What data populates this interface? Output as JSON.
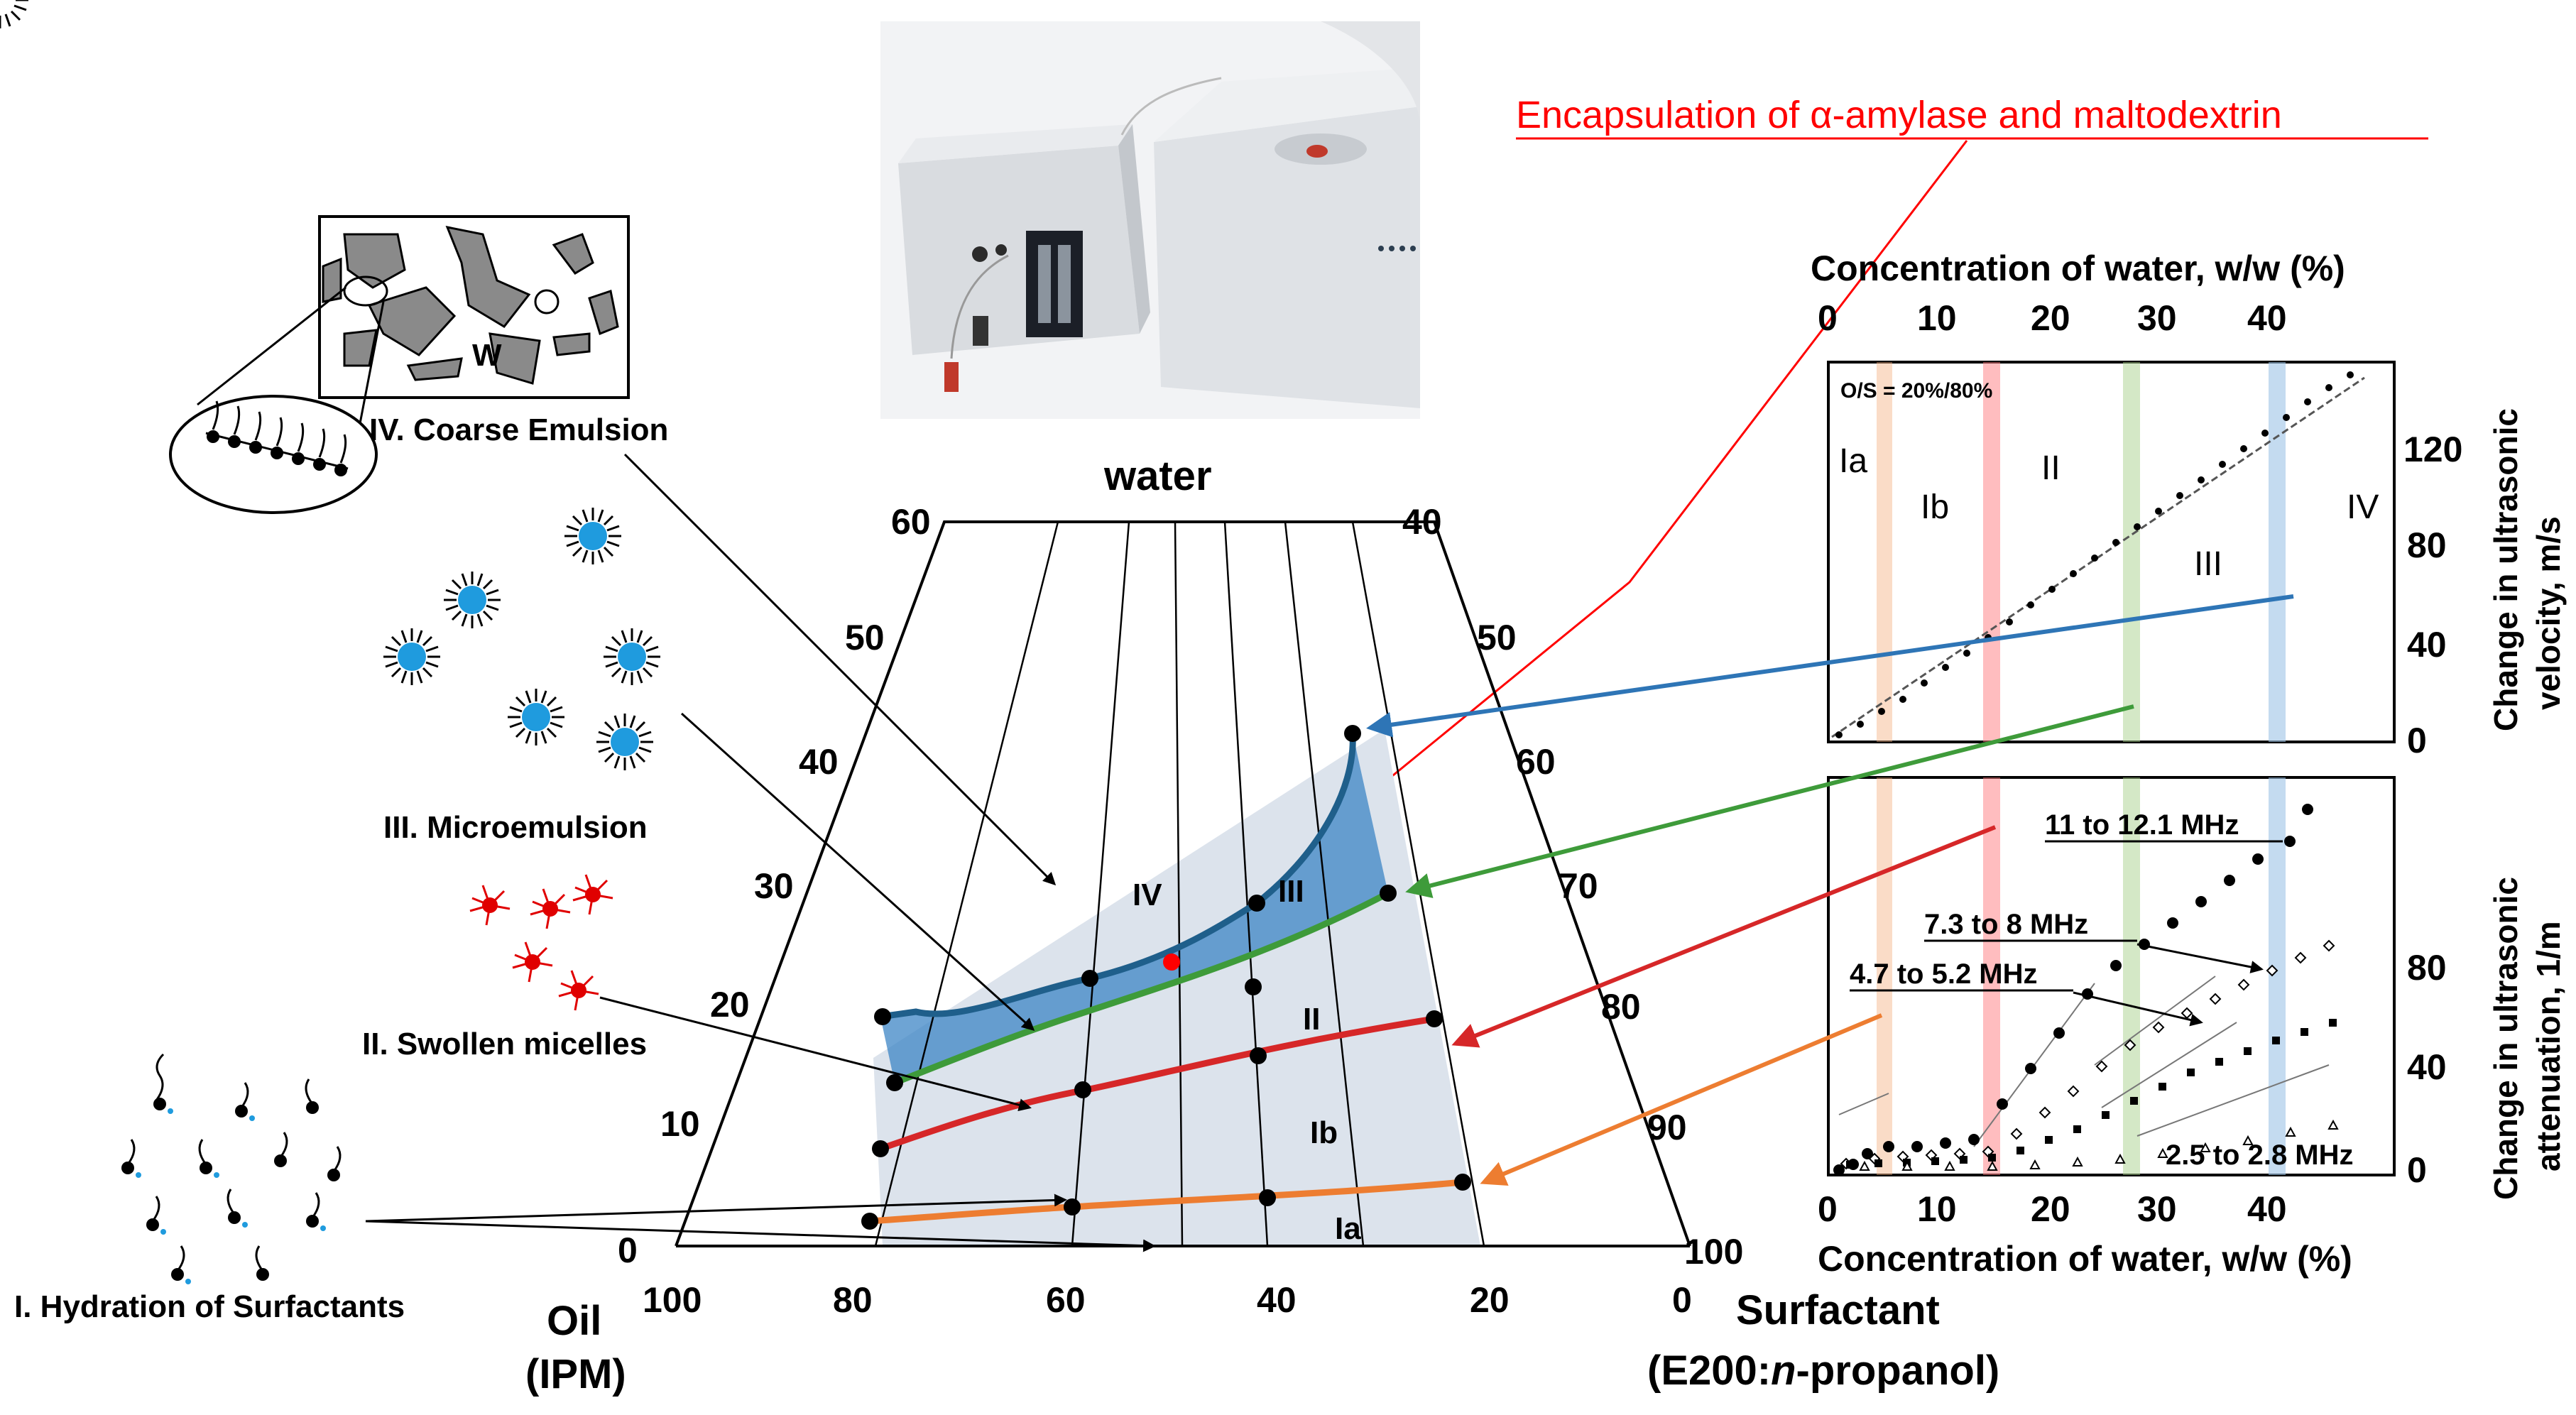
{
  "title": "Encapsulation of α-amylase and maltodextrin",
  "phase_diagram": {
    "apex_label": "water",
    "left_label": "Oil",
    "left_sub": "(IPM)",
    "right_label": "Surfactant",
    "right_sub_prefix": "(E200:",
    "right_sub_italic": "n",
    "right_sub_suffix": "-propanol)",
    "bottom_ticks": [
      "100",
      "80",
      "60",
      "40",
      "20",
      "0"
    ],
    "left_ticks": [
      "0",
      "10",
      "20",
      "30",
      "40",
      "50",
      "60"
    ],
    "right_ticks": [
      "40",
      "50",
      "60",
      "70",
      "80",
      "90",
      "100"
    ],
    "regions": [
      "IV",
      "III",
      "II",
      "Ib",
      "Ia"
    ]
  },
  "structures": {
    "coarse": "IV. Coarse Emulsion",
    "coarse_w": "W",
    "micro": "III. Microemulsion",
    "swollen": "II. Swollen micelles",
    "hydration": "I. Hydration of Surfactants"
  },
  "top_chart": {
    "top_axis_label": "Concentration of water, w/w (%)",
    "top_ticks": [
      "0",
      "10",
      "20",
      "30",
      "40"
    ],
    "y_ticks": [
      "0",
      "40",
      "80",
      "120"
    ],
    "y_label_1": "Change in ultrasonic",
    "y_label_2": "velocity, m/s",
    "note": "O/S = 20%/80%",
    "regions": [
      "Ia",
      "Ib",
      "II",
      "III",
      "IV"
    ]
  },
  "bottom_chart": {
    "x_label": "Concentration of water, w/w (%)",
    "x_ticks": [
      "0",
      "10",
      "20",
      "30",
      "40"
    ],
    "y_ticks": [
      "0",
      "40",
      "80"
    ],
    "y_label_1": "Change in ultrasonic",
    "y_label_2": "attenuation, 1/m",
    "freq_labels": [
      "11 to 12.1 MHz",
      "7.3 to 8 MHz",
      "4.7 to 5.2 MHz",
      "2.5 to 2.8 MHz"
    ]
  },
  "colors": {
    "blue_line": "#2e75b6",
    "green_line": "#3e9b3a",
    "red_line": "#d62728",
    "orange_line": "#ed7d31",
    "region_fill": "#dce3ec",
    "upper_fill": "#3d85c6",
    "title_red": "#ff0000"
  }
}
